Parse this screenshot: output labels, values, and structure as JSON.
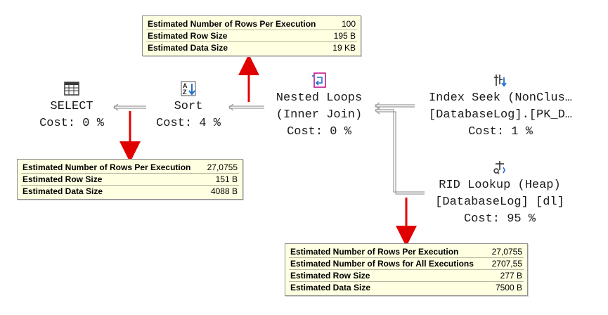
{
  "operators": {
    "select": {
      "name": "SELECT",
      "cost": "Cost: 0 %",
      "icon": "table-icon"
    },
    "sort": {
      "name": "Sort",
      "cost": "Cost: 4 %",
      "icon": "sort-icon"
    },
    "nested_loops": {
      "name": "Nested Loops",
      "subtitle": "(Inner Join)",
      "cost": "Cost: 0 %",
      "icon": "nested-loops-icon"
    },
    "index_seek": {
      "name": "Index Seek (NonClus…",
      "object": "[DatabaseLog].[PK_D…",
      "cost": "Cost: 1 %",
      "icon": "index-seek-icon"
    },
    "rid_lookup": {
      "name": "RID Lookup (Heap)",
      "object": "[DatabaseLog] [dl]",
      "cost": "Cost: 95 %",
      "icon": "rid-lookup-icon"
    }
  },
  "tooltips": {
    "nested_loops": [
      {
        "label": "Estimated Number of Rows Per Execution",
        "value": "100"
      },
      {
        "label": "Estimated Row Size",
        "value": "195 B"
      },
      {
        "label": "Estimated Data Size",
        "value": "19 KB"
      }
    ],
    "select": [
      {
        "label": "Estimated Number of Rows Per Execution",
        "value": "27,0755"
      },
      {
        "label": "Estimated Row Size",
        "value": "151 B"
      },
      {
        "label": "Estimated Data Size",
        "value": "4088 B"
      }
    ],
    "rid_lookup": [
      {
        "label": "Estimated Number of Rows Per Execution",
        "value": "27,0755"
      },
      {
        "label": "Estimated Number of Rows for All Executions",
        "value": "2707,55"
      },
      {
        "label": "Estimated Row Size",
        "value": "277 B"
      },
      {
        "label": "Estimated Data Size",
        "value": "7500 B"
      }
    ]
  },
  "colors": {
    "arrow": "#e00000",
    "connector": "#9a9a9a",
    "tooltip_bg": "#ffffe1"
  }
}
